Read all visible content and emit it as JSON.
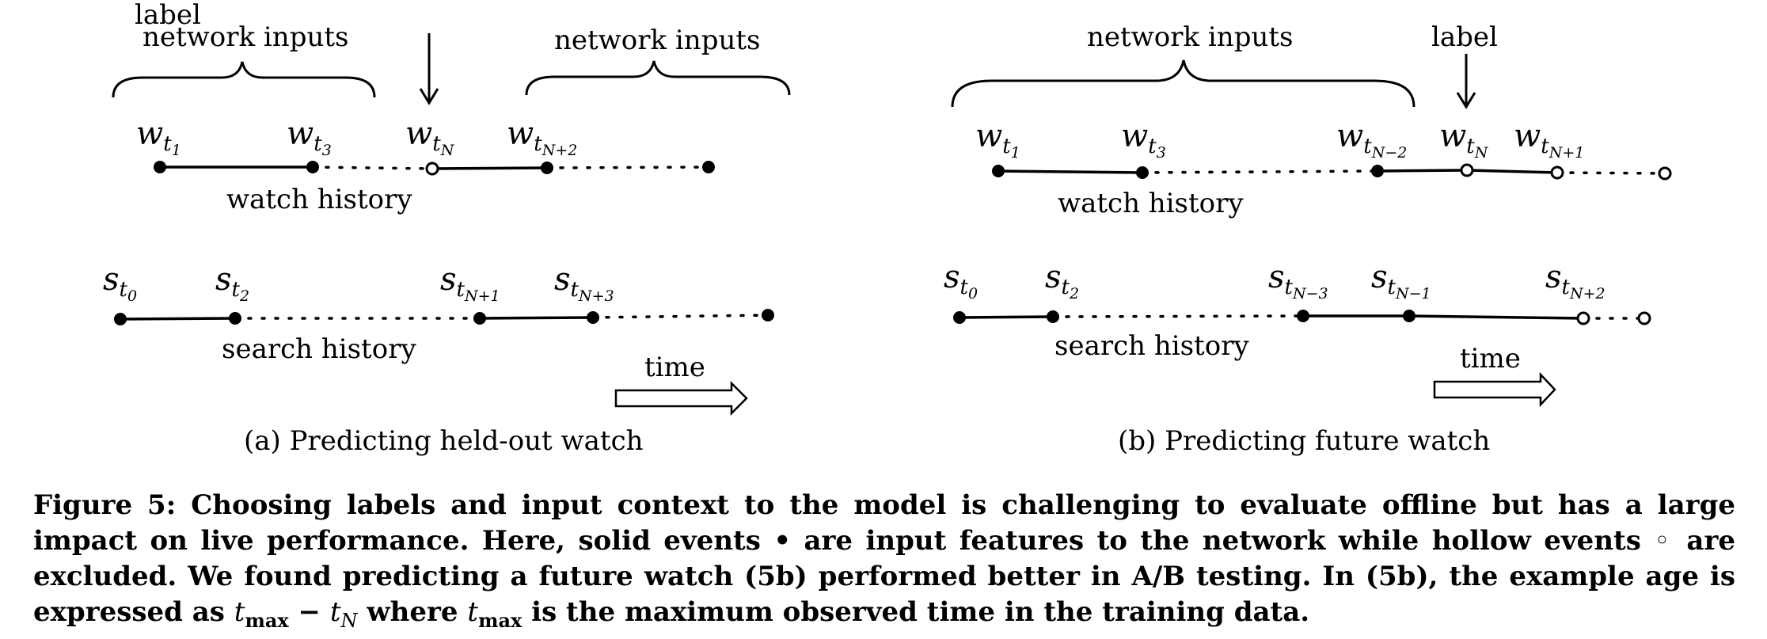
{
  "panel_a": {
    "label_top": "label",
    "inputs_left": "network inputs",
    "inputs_right": "network inputs",
    "watch_history": "watch history",
    "search_history": "search history",
    "time": "time",
    "caption": "(a) Predicting held-out watch",
    "w1": {
      "base": "w",
      "sub": "t",
      "subsub": "1"
    },
    "w3": {
      "base": "w",
      "sub": "t",
      "subsub": "3"
    },
    "wN": {
      "base": "w",
      "sub": "t",
      "subsub": "N"
    },
    "wN2": {
      "base": "w",
      "sub": "t",
      "subsub": "N+2"
    },
    "s0": {
      "base": "s",
      "sub": "t",
      "subsub": "0"
    },
    "s2": {
      "base": "s",
      "sub": "t",
      "subsub": "2"
    },
    "sN1": {
      "base": "s",
      "sub": "t",
      "subsub": "N+1"
    },
    "sN3": {
      "base": "s",
      "sub": "t",
      "subsub": "N+3"
    }
  },
  "panel_b": {
    "inputs": "network inputs",
    "label": "label",
    "watch_history": "watch history",
    "search_history": "search history",
    "time": "time",
    "caption": "(b) Predicting future watch",
    "w1": {
      "base": "w",
      "sub": "t",
      "subsub": "1"
    },
    "w3": {
      "base": "w",
      "sub": "t",
      "subsub": "3"
    },
    "wNm2": {
      "base": "w",
      "sub": "t",
      "subsub": "N−2"
    },
    "wN": {
      "base": "w",
      "sub": "t",
      "subsub": "N"
    },
    "wN1": {
      "base": "w",
      "sub": "t",
      "subsub": "N+1"
    },
    "s0": {
      "base": "s",
      "sub": "t",
      "subsub": "0"
    },
    "s2": {
      "base": "s",
      "sub": "t",
      "subsub": "2"
    },
    "sNm3": {
      "base": "s",
      "sub": "t",
      "subsub": "N−3"
    },
    "sNm1": {
      "base": "s",
      "sub": "t",
      "subsub": "N−1"
    },
    "sN2": {
      "base": "s",
      "sub": "t",
      "subsub": "N+2"
    }
  },
  "caption": {
    "part1": "Figure 5: Choosing labels and input context to the model is challenging to evaluate offline but has a large impact on live performance. Here, solid events ",
    "solid_glyph": "•",
    "part2": " are input features to the network while hollow events ",
    "hollow_glyph": "◦",
    "part3": " are excluded. We found predicting a future watch (5b) performed better in A/B testing. In (5b), the example age is expressed as ",
    "t": "t",
    "max": "max",
    "minus": " − ",
    "tN_sub": "N",
    "part4": " where ",
    "part5": " is the maximum observed time in the training data."
  }
}
